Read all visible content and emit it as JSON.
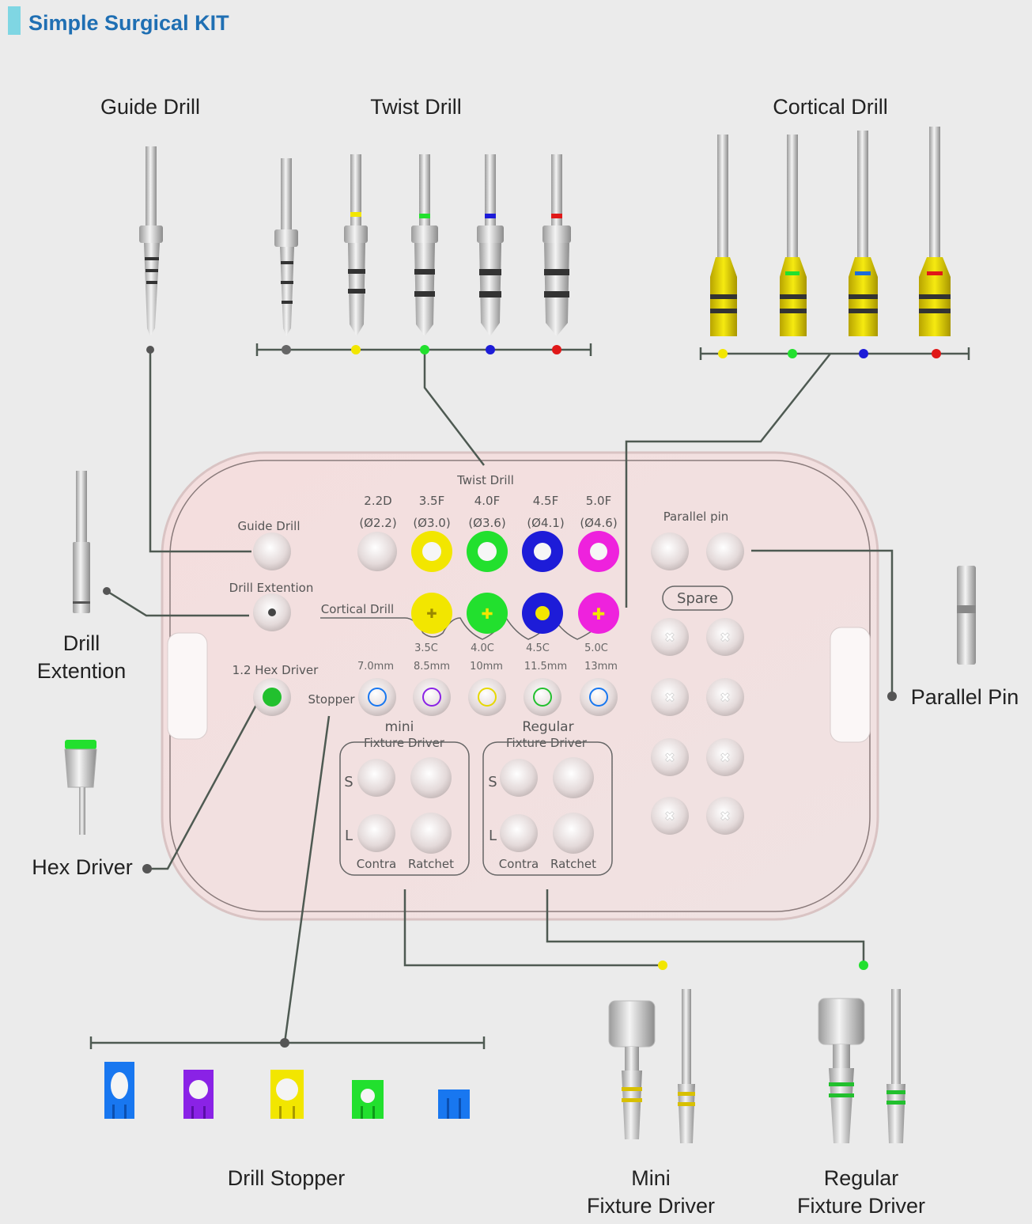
{
  "title": "Simple Surgical KIT",
  "colors": {
    "title": "#1f6fb3",
    "accent_bar": "#7fd6e3",
    "yellow": "#f2e600",
    "green": "#22e02e",
    "blue": "#1d1cd8",
    "red": "#e01818",
    "magenta": "#ee22dd",
    "purple": "#8a22e6",
    "stopper_blue": "#1877f0"
  },
  "labels": {
    "guide_drill": "Guide Drill",
    "twist_drill": "Twist Drill",
    "cortical_drill": "Cortical Drill",
    "drill_extention": [
      "Drill",
      "Extention"
    ],
    "parallel_pin": "Parallel Pin",
    "hex_driver": "Hex Driver",
    "drill_stopper": "Drill Stopper",
    "mini_fixture_driver": [
      "Mini",
      "Fixture Driver"
    ],
    "regular_fixture_driver": [
      "Regular",
      "Fixture Driver"
    ]
  },
  "tray": {
    "guide_drill": "Guide Drill",
    "drill_extention": "Drill Extention",
    "hex_driver": "1.2 Hex Driver",
    "twist_drill_header": "Twist Drill",
    "twist_sizes": [
      {
        "size": "2.2D",
        "dia": "(Ø2.2)"
      },
      {
        "size": "3.5F",
        "dia": "(Ø3.0)"
      },
      {
        "size": "4.0F",
        "dia": "(Ø3.6)"
      },
      {
        "size": "4.5F",
        "dia": "(Ø4.1)"
      },
      {
        "size": "5.0F",
        "dia": "(Ø4.6)"
      }
    ],
    "cortical_drill": "Cortical Drill",
    "cortical_sizes": [
      "3.5C",
      "4.0C",
      "4.5C",
      "5.0C"
    ],
    "stopper": "Stopper",
    "stopper_lengths": [
      "7.0mm",
      "8.5mm",
      "10mm",
      "11.5mm",
      "13mm"
    ],
    "parallel_pin": "Parallel pin",
    "spare": "Spare",
    "mini_title": "mini",
    "regular_title": "Regular",
    "fixture_driver": "Fixture Driver",
    "s": "S",
    "l": "L",
    "contra": "Contra",
    "ratchet": "Ratchet"
  }
}
